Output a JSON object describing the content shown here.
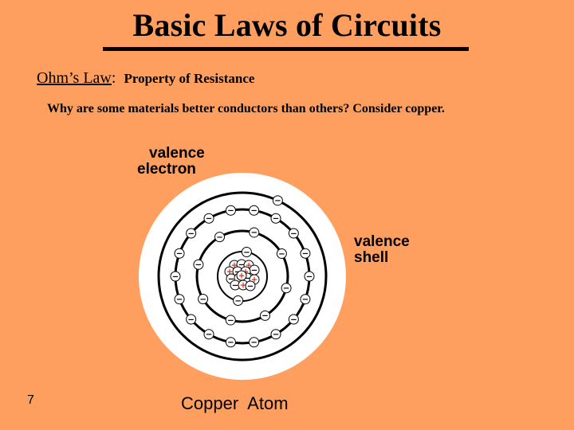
{
  "slide": {
    "title": "Basic Laws of Circuits",
    "law_name": "Ohm’s Law",
    "law_colon": ":",
    "law_subtitle": "Property of Resistance",
    "question": "Why are some materials better conductors than others?  Consider copper.",
    "page_number": "7",
    "caption": "Copper  Atom"
  },
  "diagram": {
    "label_valence_electron": [
      "valence",
      "electron"
    ],
    "label_valence_shell": [
      "valence",
      "shell"
    ],
    "electron_symbol": "−",
    "proton_symbol": "+",
    "shell_electron_counts": [
      2,
      8,
      18,
      1
    ],
    "colors": {
      "background": "#FF9F5F",
      "atom_fill": "#FFFFFF",
      "shell_stroke": "#000000",
      "proton": "#D03020"
    }
  }
}
